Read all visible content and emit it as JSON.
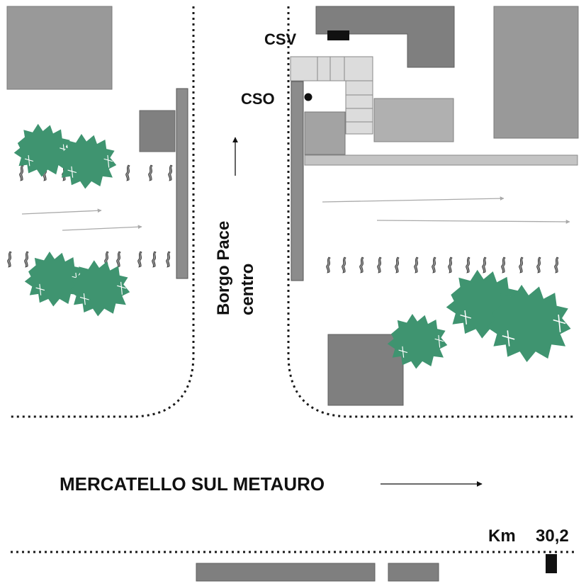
{
  "labels": {
    "csv": "CSV",
    "cso": "CSO",
    "borgo_line1": "Borgo Pace",
    "borgo_line2": "centro",
    "mercatello": "MERCATELLO SUL METAURO",
    "km_prefix": "Km",
    "km_value": "30,2"
  },
  "icons": {
    "tree": "tree-cluster-icon",
    "fence_post": "fence-post-icon",
    "arrow": "direction-arrow-icon",
    "sampling_point": "sampling-point-icon"
  },
  "colors": {
    "building_dark": "#7f7f7f",
    "building_mid": "#999999",
    "building_light": "#c4c4c4",
    "building_lighter": "#dcdcdc",
    "tree": "#3f9470",
    "road_border": "#1a1a1a",
    "arrow_gray": "#a9a9a9",
    "arrow_black": "#111111"
  }
}
